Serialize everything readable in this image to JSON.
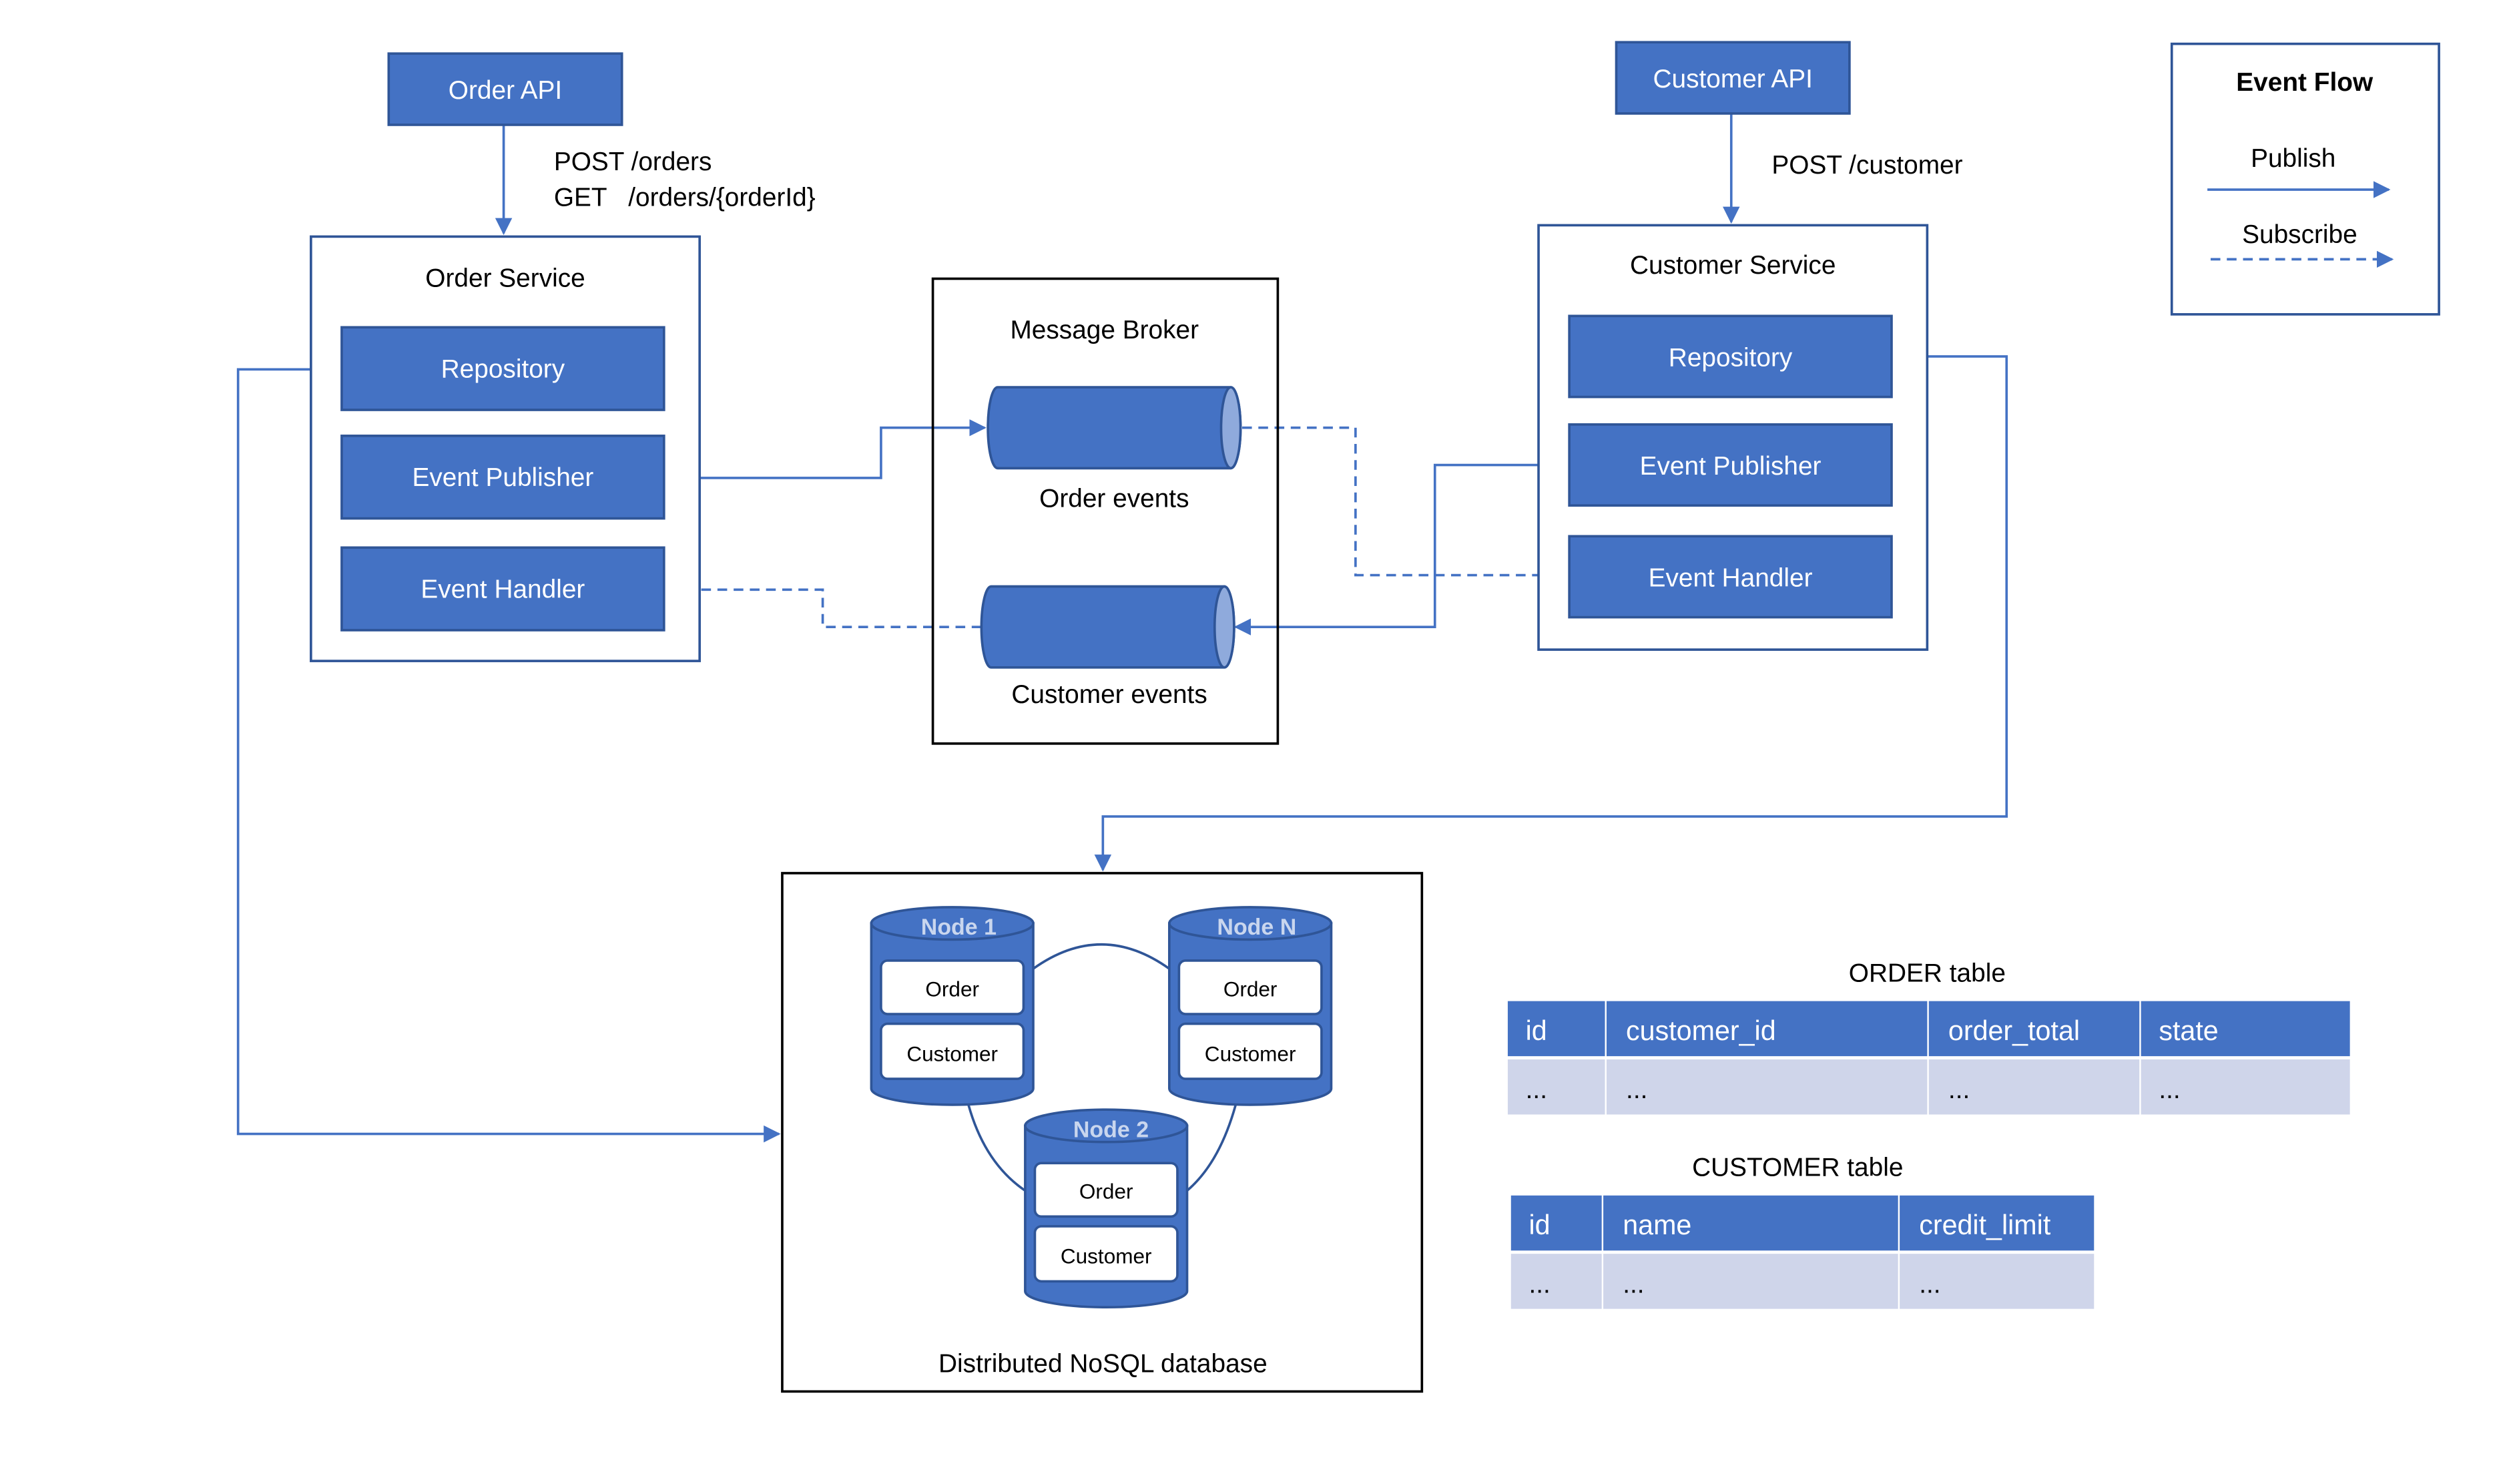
{
  "colors": {
    "blue": "#4472C4",
    "blue_border": "#2F5597",
    "light_blue": "#8FAADC",
    "row_fill": "#CFD5EA",
    "line": "#4472C4",
    "frame": "#000000"
  },
  "order_api": {
    "label": "Order API",
    "endpoint_post": "POST /orders",
    "endpoint_get": "GET   /orders/{orderId}"
  },
  "customer_api": {
    "label": "Customer API",
    "endpoint_post": "POST /customer"
  },
  "order_service": {
    "title": "Order Service",
    "repository": "Repository",
    "event_publisher": "Event Publisher",
    "event_handler": "Event Handler"
  },
  "customer_service": {
    "title": "Customer Service",
    "repository": "Repository",
    "event_publisher": "Event Publisher",
    "event_handler": "Event Handler"
  },
  "broker": {
    "title": "Message Broker",
    "order_events": "Order events",
    "customer_events": "Customer events"
  },
  "database": {
    "title": "Distributed NoSQL database",
    "nodes": [
      {
        "name": "Node 1",
        "items": [
          "Order",
          "Customer"
        ]
      },
      {
        "name": "Node N",
        "items": [
          "Order",
          "Customer"
        ]
      },
      {
        "name": "Node 2",
        "items": [
          "Order",
          "Customer"
        ]
      }
    ]
  },
  "legend": {
    "title": "Event Flow",
    "publish": "Publish",
    "subscribe": "Subscribe"
  },
  "order_table": {
    "title": "ORDER table",
    "columns": [
      "id",
      "customer_id",
      "order_total",
      "state"
    ],
    "row": [
      "...",
      "...",
      "...",
      "..."
    ]
  },
  "customer_table": {
    "title": "CUSTOMER table",
    "columns": [
      "id",
      "name",
      "credit_limit"
    ],
    "row": [
      "...",
      "...",
      "..."
    ]
  }
}
